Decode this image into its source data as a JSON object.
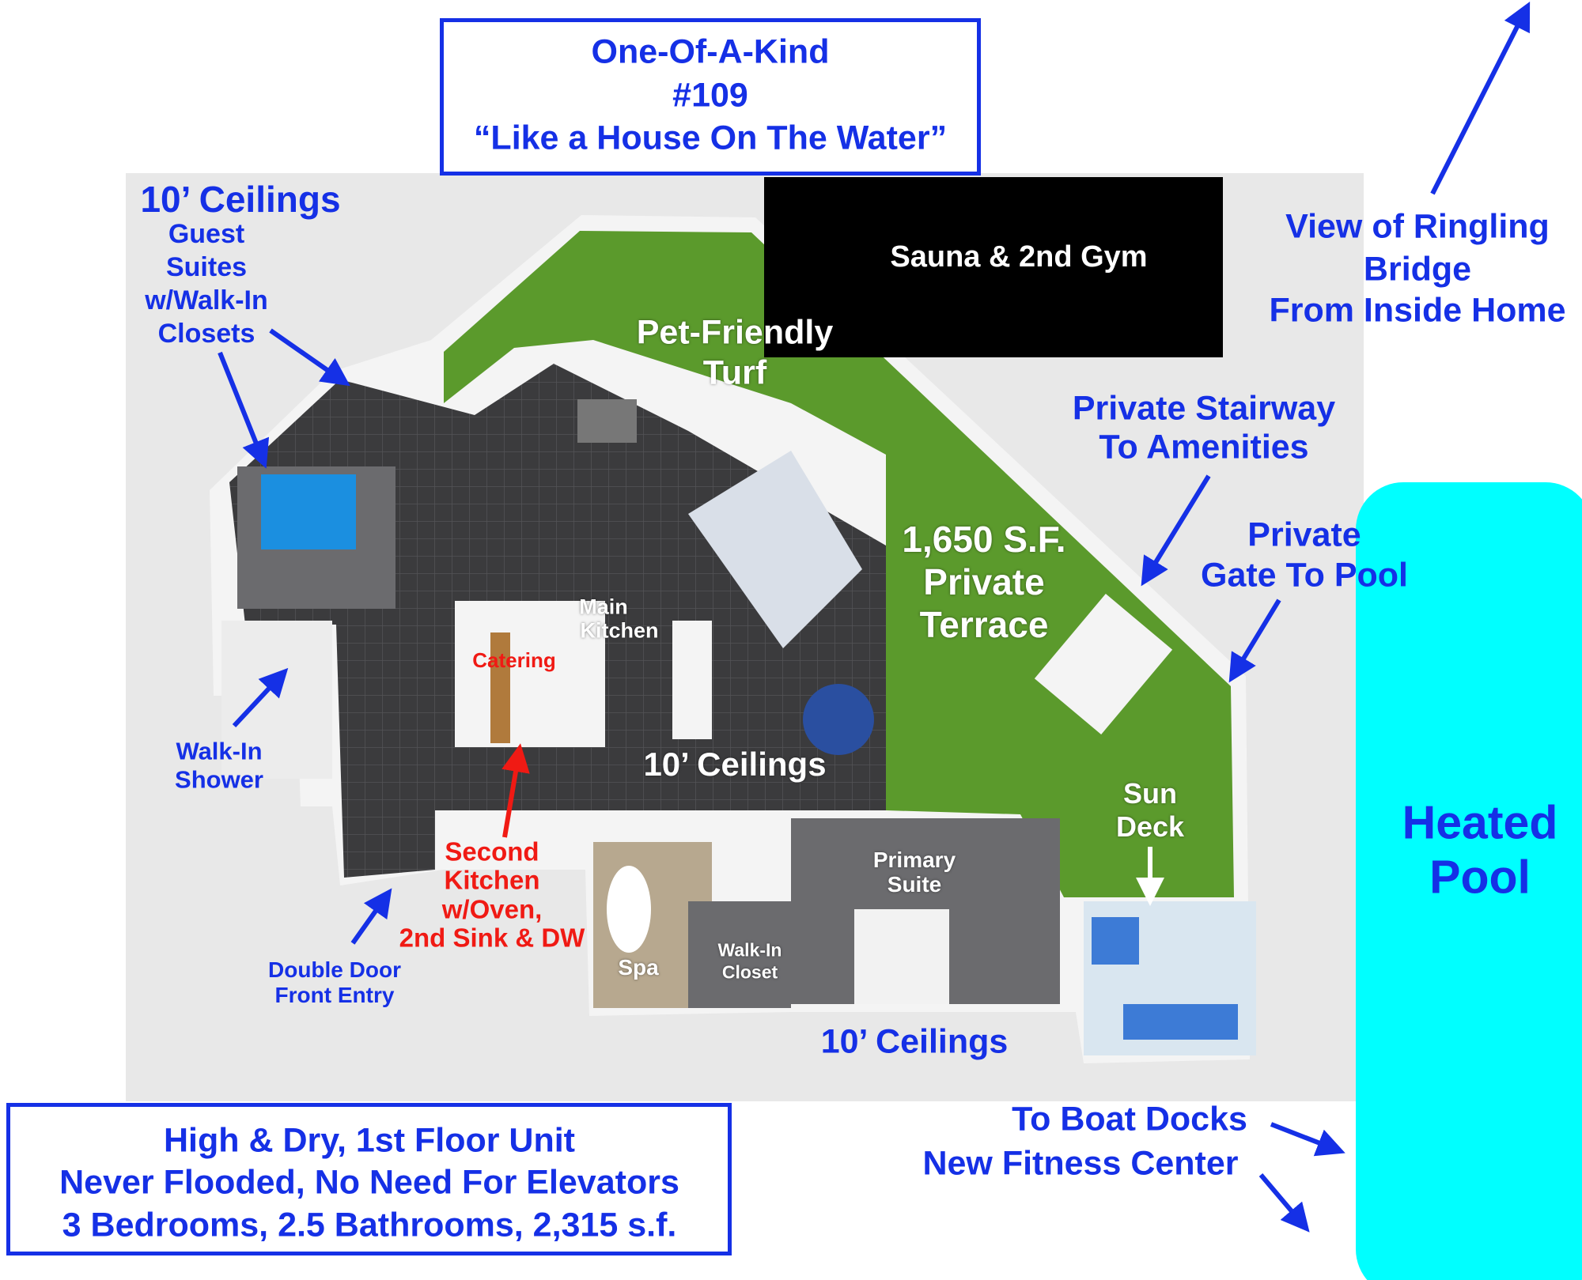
{
  "title_box": {
    "lines": [
      "One-Of-A-Kind",
      "#109",
      "“Like a House On The Water”"
    ]
  },
  "info_box": {
    "lines": [
      "High & Dry, 1st Floor Unit",
      "Never Flooded, No Need For Elevators",
      "3 Bedrooms, 2.5 Bathrooms, 2,315 s.f."
    ]
  },
  "labels": {
    "ceilings_guest": "10’ Ceilings",
    "guest_suites": [
      "Guest",
      "Suites",
      "w/Walk-In",
      "Closets"
    ],
    "sauna": "Sauna & 2nd Gym",
    "turf": [
      "Pet-Friendly",
      "Turf"
    ],
    "view": [
      "View of Ringling",
      "Bridge",
      "From Inside Home"
    ],
    "stairway": [
      "Private Stairway",
      "To Amenities"
    ],
    "terrace": [
      "1,650 S.F.",
      "Private",
      "Terrace"
    ],
    "gate": [
      "Private",
      "Gate To Pool"
    ],
    "main_kitchen": [
      "Main",
      "Kitchen"
    ],
    "catering": "Catering",
    "ceilings_main": "10’ Ceilings",
    "walkin_shower": [
      "Walk-In",
      "Shower"
    ],
    "second_kitchen": [
      "Second",
      "Kitchen",
      "w/Oven,",
      "2nd Sink & DW"
    ],
    "front_entry": [
      "Double Door",
      "Front Entry"
    ],
    "primary_suite": [
      "Primary",
      "Suite"
    ],
    "spa": "Spa",
    "walkin_closet": [
      "Walk-In",
      "Closet"
    ],
    "sun_deck": [
      "Sun",
      "Deck"
    ],
    "ceilings_bottom": "10’ Ceilings",
    "pool": [
      "Heated",
      "Pool"
    ],
    "boat_docks": "To Boat Docks",
    "fitness": "New Fitness Center"
  },
  "colors": {
    "label_blue": "#1530e6",
    "turf": "#5b9a2c",
    "floor": "#3b3b3d",
    "pool": "#00ffff",
    "sauna": "#000000",
    "callout_red": "#f01a14"
  }
}
